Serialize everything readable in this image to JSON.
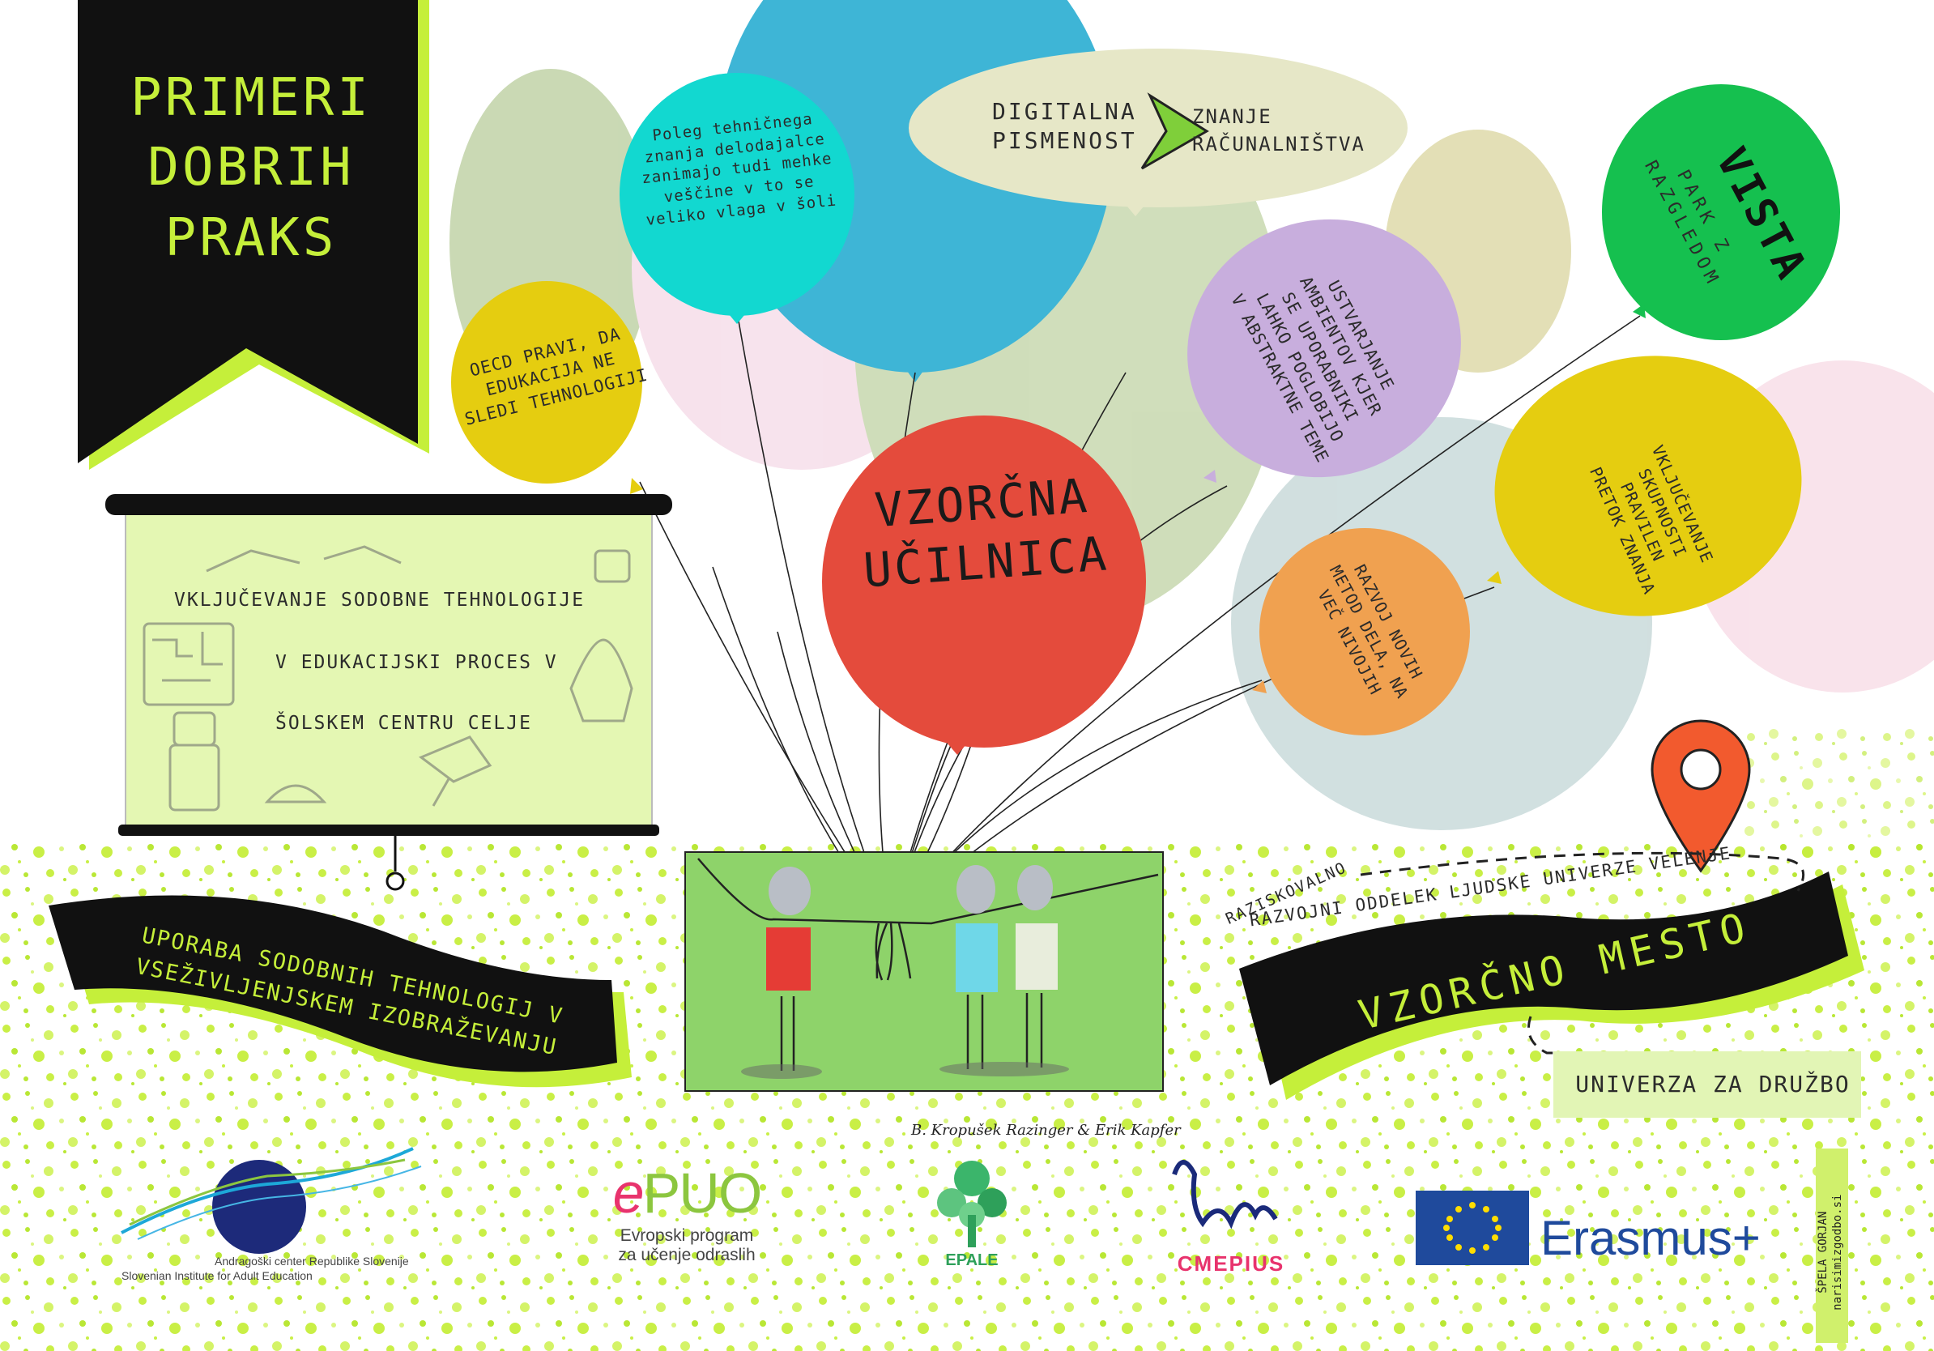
{
  "banner": {
    "lines": [
      "PRIMERI",
      "DOBRIH",
      "PRAKS"
    ]
  },
  "balloons": {
    "teal": [
      "Poleg tehničnega",
      "znanja delodajalce",
      "zanimajo tudi mehke",
      "veščine v to se",
      "veliko vlaga v šoli"
    ],
    "digital_left": [
      "DIGITALNA",
      "PISMENOST"
    ],
    "digital_right": [
      "ZNANJE",
      "RAČUNALNIŠTVA"
    ],
    "yellow": [
      "OECD PRAVI, DA",
      "EDUKACIJA NE",
      "SLEDI TEHNOLOGIJI"
    ],
    "center": [
      "VZORČNA",
      "UČILNICA"
    ],
    "purple": [
      "USTVARJANJE",
      "AMBIENTOV KJER",
      "SE UPORABNIKI",
      "LAHKO POGLOBIJO",
      "V ABSTRAKTNE TEME"
    ],
    "vista_title": "VISTA",
    "vista_sub": [
      "PARK Z",
      "RAZGLEDOM"
    ],
    "right_yellow": [
      "VKLJUČEVANJE",
      "SKUPNOSTI",
      "PRAVILEN",
      "PRETOK ZNANJA"
    ],
    "orange": [
      "RAZVOJ NOVIH",
      "METOD DELA, NA",
      "VEČ NIVOJIH"
    ]
  },
  "board": {
    "lines": [
      "VKLJUČEVANJE SODOBNE TEHNOLOGIJE",
      "V EDUKACIJSKI PROCES V",
      "ŠOLSKEM CENTRU CELJE"
    ]
  },
  "ribbon_left": {
    "lines": [
      "UPORABA SODOBNIH TEHNOLOGIJ V",
      "VSEŽIVLJENJSKEM IZOBRAŽEVANJU"
    ]
  },
  "right_side": {
    "dept_line1": "RAZISKOVALNO",
    "dept_line2": "RAZVOJNI ODDELEK LJUDSKE UNIVERZE VELENJE",
    "ribbon": "VZORČNO MESTO",
    "univerza": "UNIVERZA ZA DRUŽBO"
  },
  "credits": "B. Kropušek Razinger & Erik Kapfer",
  "artist": [
    "ŠPELA GORJAN",
    "narisimizgodbo.si"
  ],
  "logos": {
    "acs": [
      "Andragoški center Republike Slovenije",
      "Slovenian Institute for Adult Education"
    ],
    "epuo": {
      "mark_e": "e",
      "mark_rest": "PUO",
      "sub1": "Evropski program",
      "sub2": "za učenje odraslih"
    },
    "epale": "EPALE",
    "cmepius": "CMEPIUS",
    "erasmus": "Erasmus+"
  },
  "colors": {
    "banner_black": "#111111",
    "lime": "#c5ef3a",
    "teal": "#12d8d0",
    "blue": "#3eb5d6",
    "red": "#e44b3c",
    "yellow": "#e5cd10",
    "purple": "#c8aedd",
    "green": "#15c04f",
    "orange": "#f0a150",
    "board": "#e4f7b3",
    "eu_blue": "#1f4a9c"
  }
}
